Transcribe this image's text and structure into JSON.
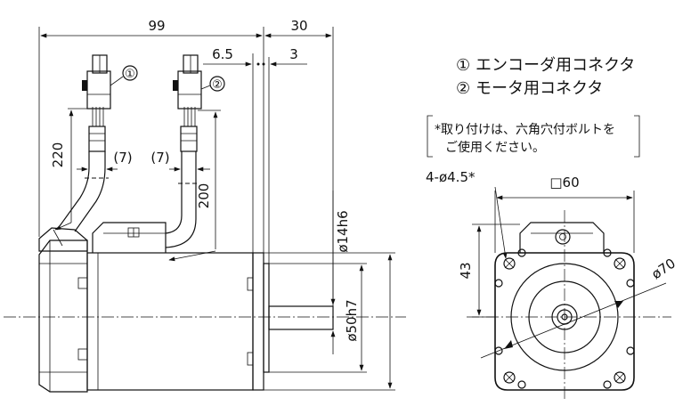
{
  "dimensions": {
    "overall_length": "99",
    "shaft_length": "30",
    "flange_offset": "6.5",
    "shaft_step": "3",
    "encoder_cable": "220",
    "motor_cable": "200",
    "cable_dia_1": "(7)",
    "cable_dia_2": "(7)",
    "shaft_dia": "ø14h6",
    "pilot_dia": "ø50h7",
    "flange_square": "□60",
    "bolt_circle": "ø70",
    "center_height": "43",
    "mount_holes": "4-ø4.5*"
  },
  "legend": {
    "item1_marker": "①",
    "item1_text": "エンコーダ用コネクタ",
    "item2_marker": "②",
    "item2_text": "モータ用コネクタ"
  },
  "note": {
    "line1": "*取り付けは、六角穴付ボルトを",
    "line2": "ご使用ください。"
  },
  "callouts": {
    "c1": "①",
    "c2": "②"
  }
}
